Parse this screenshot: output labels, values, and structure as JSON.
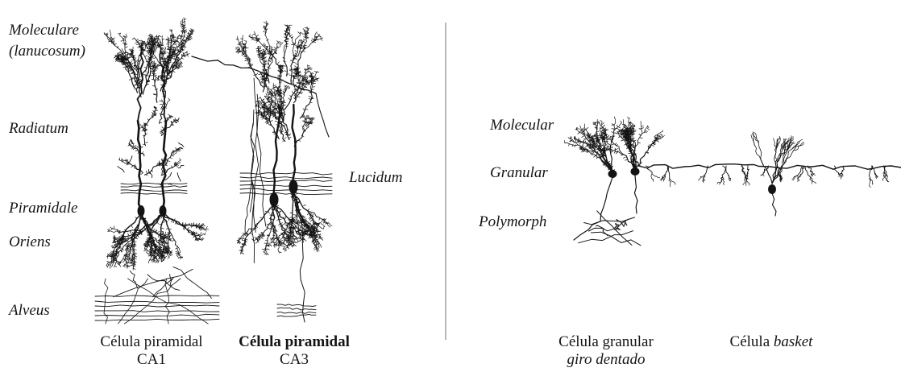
{
  "hippocampus": {
    "layers": {
      "moleculare": "Moleculare",
      "lanucosum": "(lanucosum)",
      "radiatum": "Radiatum",
      "piramidale": "Piramidale",
      "oriens": "Oriens",
      "alveus": "Alveus",
      "lucidum": "Lucidum"
    },
    "captions": {
      "ca1_line1": "Célula piramidal",
      "ca1_line2": "CA1",
      "ca3_line1": "Célula piramidal",
      "ca3_line2": "CA3"
    }
  },
  "dentate": {
    "layers": {
      "molecular": "Molecular",
      "granular": "Granular",
      "polymorph": "Polymorph"
    },
    "captions": {
      "granular_line1": "Célula granular",
      "granular_line2": "giro dentado",
      "basket_prefix": "Célula",
      "basket_name": "basket"
    }
  },
  "colors": {
    "ink": "#141414",
    "background": "#ffffff",
    "divider": "#8a8a8a"
  }
}
